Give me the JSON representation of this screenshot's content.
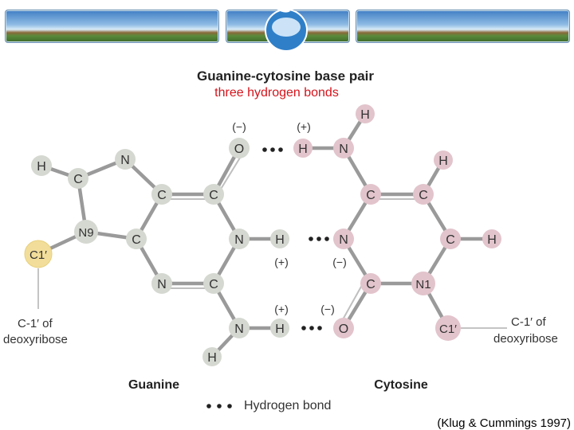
{
  "title": "Guanine-cytosine base pair",
  "subtitle": "three hydrogen bonds",
  "citation": "(Klug & Cummings 1997)",
  "colors": {
    "guanine_atom": "#d4d8d0",
    "cytosine_atom": "#e2c4cc",
    "c1_highlight": "#f2de9a",
    "bond": "#9a9a9a",
    "subtitle": "#d4141c"
  },
  "guanine_atoms": {
    "h_top": "H",
    "c_top": "C",
    "n_top": "N",
    "c_5": "C",
    "c_6": "C",
    "n9": "N9",
    "c_4": "C",
    "n_1": "N",
    "n_3": "N",
    "c_2": "C",
    "c1": "C1′",
    "o6": "O",
    "h_n1": "H",
    "n_amine": "N",
    "h_amine1": "H",
    "h_amine2": "H"
  },
  "cytosine_atoms": {
    "h_top": "H",
    "n_amine": "N",
    "h_amine": "H",
    "c_4": "C",
    "c_5": "C",
    "h_5": "H",
    "n_3": "N",
    "c_6": "C",
    "h_6": "H",
    "c_2": "C",
    "n1": "N1",
    "o2": "O",
    "c1": "C1′"
  },
  "charges": {
    "o6_neg": "(−)",
    "h_amine_pos": "(+)",
    "h_n1_pos": "(+)",
    "n3_neg": "(−)",
    "h_amine2_pos": "(+)",
    "o2_neg": "(−)"
  },
  "labels": {
    "guanine_c1_line1": "C-1′ of",
    "guanine_c1_line2": "deoxyribose",
    "cytosine_c1_line1": "C-1′ of",
    "cytosine_c1_line2": "deoxyribose",
    "guanine_name": "Guanine",
    "cytosine_name": "Cytosine",
    "legend_label": "Hydrogen bond"
  }
}
